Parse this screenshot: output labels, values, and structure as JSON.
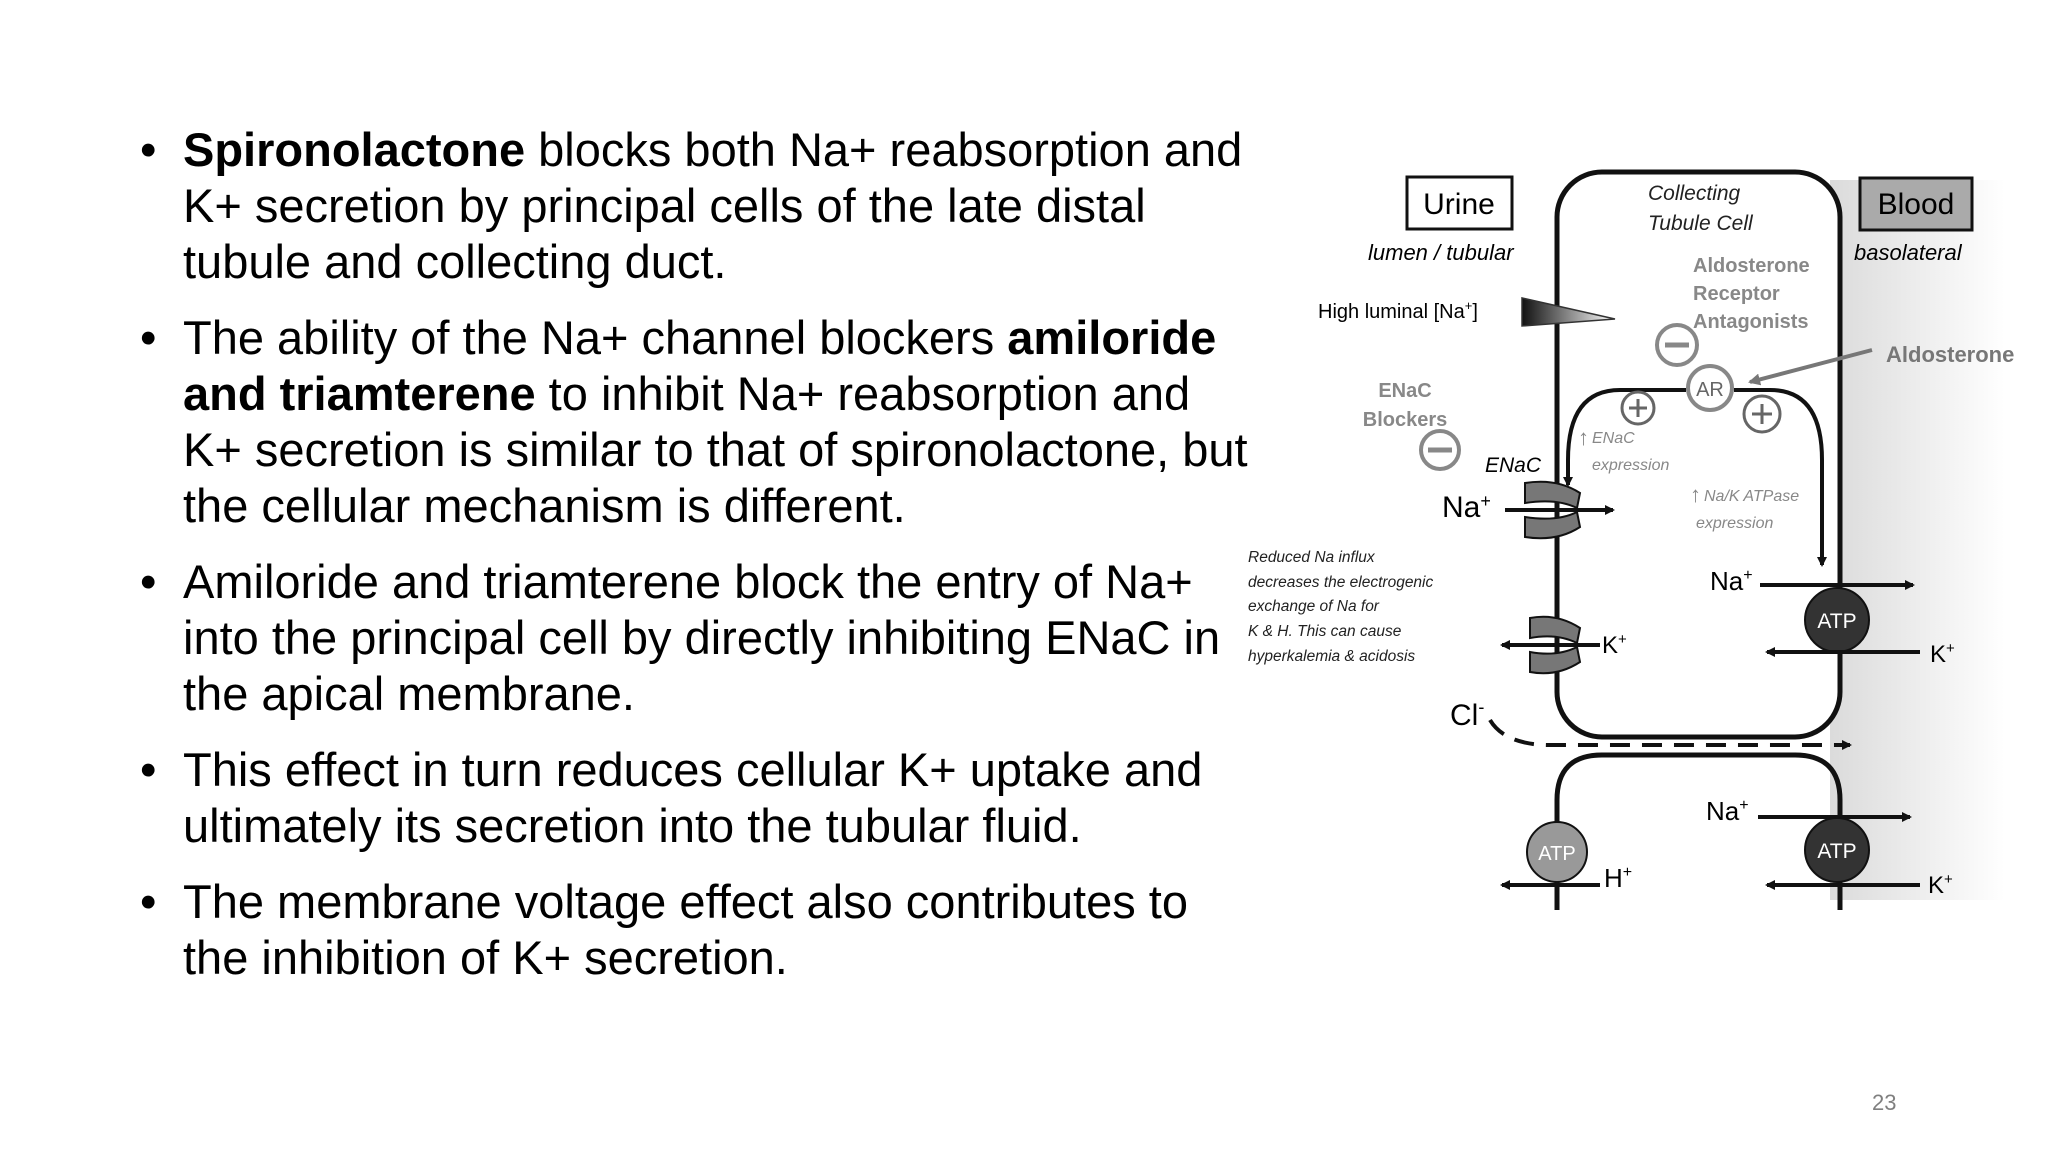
{
  "bullets": [
    {
      "bold": "Spironolactone",
      "before": "",
      "after": " blocks both Na+ reabsorption and K+ secretion by principal cells of the late distal tubule and collecting duct."
    },
    {
      "before": "The ability of the Na+ channel blockers ",
      "bold": "amiloride and triamterene",
      "after": " to inhibit Na+ reabsorption and K+ secretion is similar to that of spironolactone, but the cellular mechanism is different."
    },
    {
      "before": "Amiloride and triamterene block the entry of Na+ into the principal cell by directly inhibiting ENaC in the apical membrane.",
      "bold": "",
      "after": ""
    },
    {
      "before": "This effect in turn reduces cellular K+ uptake and ultimately its secretion into the tubular fluid.",
      "bold": "",
      "after": ""
    },
    {
      "before": "The membrane voltage effect also contributes to the inhibition of K+ secretion.",
      "bold": "",
      "after": ""
    }
  ],
  "bullet_glyph": "•",
  "page_number": "23",
  "diagram": {
    "urine": "Urine",
    "urine_sub": "lumen / tubular",
    "blood": "Blood",
    "blood_sub": "basolateral",
    "cell_label_1": "Collecting",
    "cell_label_2": "Tubule Cell",
    "high_luminal": "High luminal [Na",
    "high_luminal_sup": "+",
    "high_luminal_end": "]",
    "ar_antag_1": "Aldosterone",
    "ar_antag_2": "Receptor",
    "ar_antag_3": "Antagonists",
    "aldosterone": "Aldosterone",
    "ar": "AR",
    "enac_blockers_1": "ENaC",
    "enac_blockers_2": "Blockers",
    "enac": "ENaC",
    "enac_expr_1": "ENaC",
    "enac_expr_2": "expression",
    "natk_expr_1": "Na/K ATPase",
    "natk_expr_2": "expression",
    "na": "Na",
    "k": "K",
    "h": "H",
    "cl": "Cl",
    "plus": "+",
    "minus": "-",
    "atp": "ATP",
    "note_1": "Reduced Na influx",
    "note_2": "decreases the electrogenic",
    "note_3": "exchange of Na for",
    "note_4": "K & H. This can cause",
    "note_5": "hyperkalemia & acidosis"
  }
}
